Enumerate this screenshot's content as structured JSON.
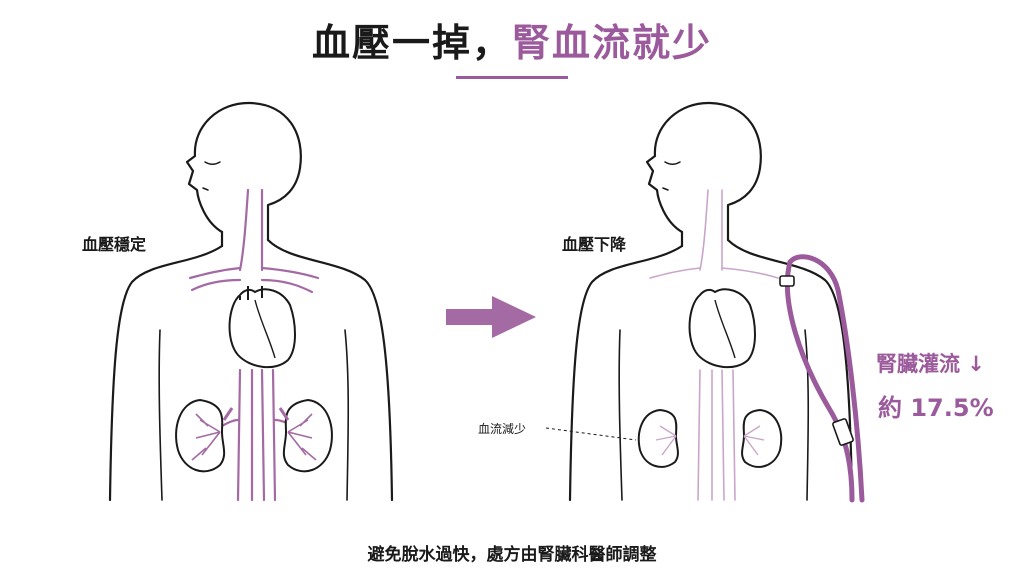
{
  "title": {
    "main": "血壓一掉，",
    "accent": "腎血流就少"
  },
  "left_figure": {
    "label": "血壓穩定"
  },
  "right_figure": {
    "label": "血壓下降",
    "callout": "血流減少"
  },
  "stat": {
    "line1": "腎臟灌流 ↓",
    "line2": "約 17.5%"
  },
  "footer": {
    "note": "避免脫水過快，處方由腎臟科醫師調整"
  },
  "colors": {
    "accent": "#9b5a9b",
    "outline": "#1a1a1a",
    "vessel": "#a36aa3"
  }
}
